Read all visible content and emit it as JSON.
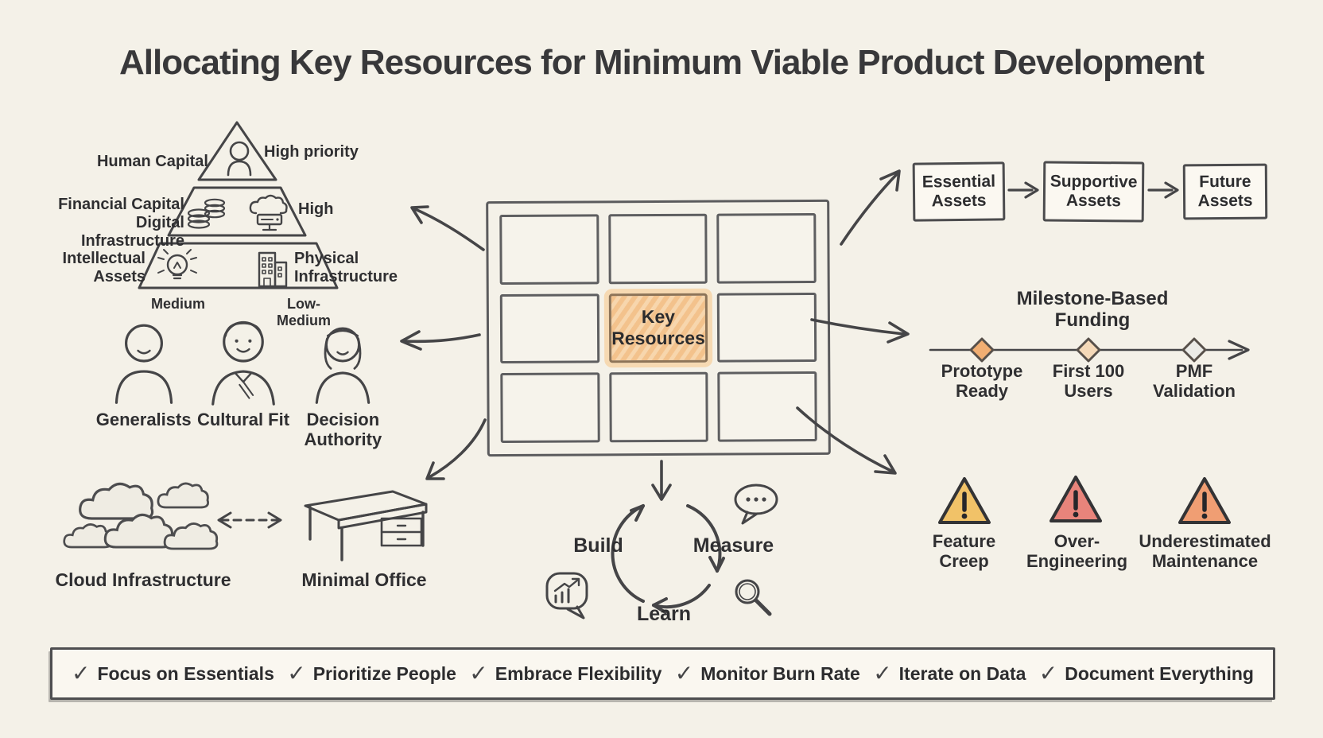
{
  "title": "Allocating Key Resources for Minimum Viable Product Development",
  "pyramid": {
    "tier1_label": "Human Capital",
    "tier1_priority": "High priority",
    "tier2_label": "Financial Capital\nDigital Infrastructure",
    "tier2_priority": "High",
    "tier3_label_left": "Intellectual\nAssets",
    "tier3_label_right": "Physical\nInfrastructure",
    "tier3_priority_left": "Medium",
    "tier3_priority_right": "Low-Medium"
  },
  "team": {
    "members": [
      {
        "label": "Generalists",
        "icon": "person-icon"
      },
      {
        "label": "Cultural Fit",
        "icon": "person-tie-icon"
      },
      {
        "label": "Decision\nAuthority",
        "icon": "person-long-hair-icon"
      }
    ]
  },
  "infrastructure": {
    "cloud_label": "Cloud Infrastructure",
    "office_label": "Minimal Office"
  },
  "canvas": {
    "center_label": "Key\nResources",
    "highlight_fill": "#f3c28c",
    "highlight_border": "#8d7458"
  },
  "assets_flow": {
    "stages": [
      {
        "label": "Essential\nAssets"
      },
      {
        "label": "Supportive\nAssets"
      },
      {
        "label": "Future\nAssets"
      }
    ]
  },
  "funding": {
    "title": "Milestone-Based Funding",
    "milestones": [
      {
        "label": "Prototype\nReady",
        "color": "#f1ae72"
      },
      {
        "label": "First 100\nUsers",
        "color": "#f5d9b8"
      },
      {
        "label": "PMF\nValidation",
        "color": "#ebebe7"
      }
    ]
  },
  "cycle": {
    "steps": [
      {
        "label": "Build"
      },
      {
        "label": "Measure"
      },
      {
        "label": "Learn"
      }
    ]
  },
  "risks": {
    "items": [
      {
        "label": "Feature\nCreep",
        "color": "#f1c268"
      },
      {
        "label": "Over-\nEngineering",
        "color": "#e8847b"
      },
      {
        "label": "Underestimated\nMaintenance",
        "color": "#f09e73"
      }
    ]
  },
  "checklist": {
    "check_glyph": "✓",
    "items": [
      {
        "label": "Focus on Essentials"
      },
      {
        "label": "Prioritize People"
      },
      {
        "label": "Embrace Flexibility"
      },
      {
        "label": "Monitor Burn Rate"
      },
      {
        "label": "Iterate on Data"
      },
      {
        "label": "Document Everything"
      }
    ]
  }
}
